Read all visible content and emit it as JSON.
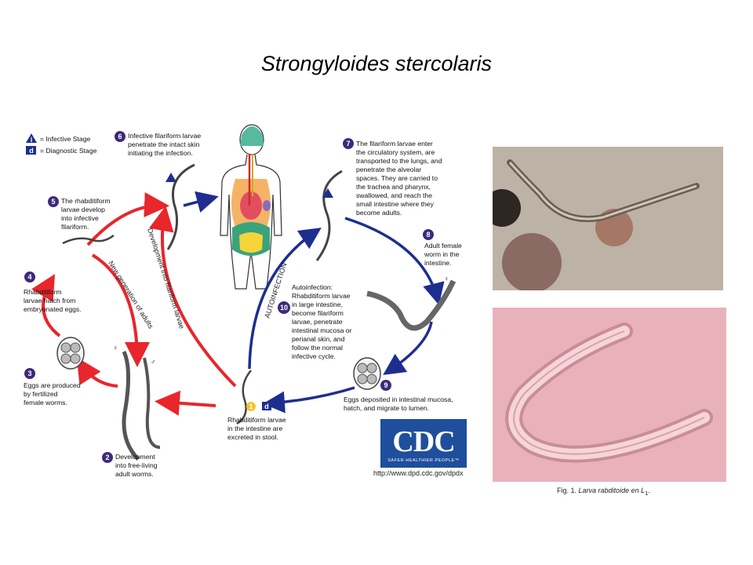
{
  "title": "Strongyloides stercolaris",
  "legend": {
    "infective": "= Infective Stage",
    "diagnostic": "= Diagnostic Stage"
  },
  "steps": {
    "s1": {
      "num": "1",
      "lines": [
        "Rhabditiform larvae",
        "in the intestine are",
        "excreted in stool."
      ]
    },
    "s2": {
      "num": "2",
      "lines": [
        "Development",
        "into free-living",
        "adult worms."
      ]
    },
    "s3": {
      "num": "3",
      "lines": [
        "Eggs are produced",
        "by fertilized",
        "female worms."
      ]
    },
    "s4": {
      "num": "4",
      "lines": [
        "Rhabditiform",
        "larvae hatch from",
        "embryonated eggs."
      ]
    },
    "s5": {
      "num": "5",
      "lines": [
        "The rhabditiform",
        "larvae develop",
        "into infective",
        "filariform."
      ]
    },
    "s6": {
      "num": "6",
      "lines": [
        "Infective filariform larvae",
        "penetrate the intact skin",
        "initiating the infection."
      ]
    },
    "s7": {
      "num": "7",
      "lines": [
        "The filariform larvae enter",
        "the circulatory system, are",
        "transported to the lungs, and",
        "penetrate the alveolar",
        "spaces.  They are carried to",
        "the trachea and pharynx,",
        "swallowed, and reach the",
        "small intestine where they",
        "become adults."
      ]
    },
    "s8": {
      "num": "8",
      "lines": [
        "Adult female",
        "worm in the",
        "intestine."
      ]
    },
    "s9": {
      "num": "9",
      "lines": [
        "Eggs deposited in intestinal mucosa,",
        "hatch, and migrate to lumen."
      ]
    },
    "s10": {
      "num": "10",
      "lines": [
        "Autoinfection:",
        "Rhabditiform larvae",
        "in large intestine,",
        "become filariform",
        "larvae, penetrate",
        "intestinal mucosa or",
        "perianal skin, and",
        "follow the normal",
        "infective cycle."
      ]
    }
  },
  "path_labels": {
    "adults": "New generation of adults",
    "filariform": "Development into filariform larvae",
    "autoinfection": "AUTOINFECTION"
  },
  "markers": {
    "infective": "i",
    "diagnostic": "d",
    "female": "♀",
    "male": "♂"
  },
  "cdc": {
    "logo": "CDC",
    "tagline": "SAFER·HEALTHIER·PEOPLE™",
    "url": "http://www.dpd.cdc.gov/dpdx"
  },
  "caption": {
    "prefix": "Fig. 1.",
    "italic": "Larva rabditoide en L",
    "sub": "1",
    "suffix": "."
  },
  "colors": {
    "red_arrow": "#e8262b",
    "blue_arrow": "#1e2e8f",
    "step_circle": "#3d2a7a",
    "diag_circle": "#f2c230"
  }
}
